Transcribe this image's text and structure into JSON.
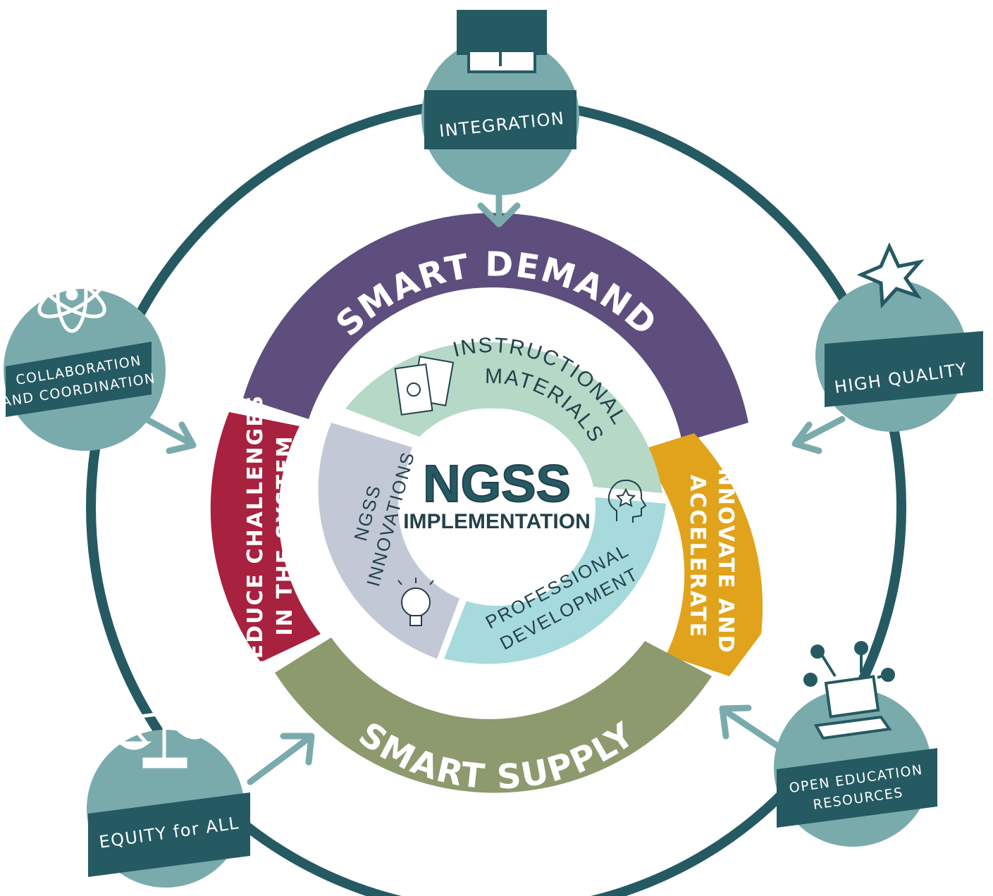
{
  "center": {
    "title": "NGSS",
    "subtitle": "IMPLEMENTATION"
  },
  "middle_ring": {
    "top": "SMART DEMAND",
    "bottom": "SMART SUPPLY",
    "left_line1": "REDUCE CHALLENGES",
    "left_line2": "IN THE SYSTEM",
    "right_line1": "INNOVATE AND",
    "right_line2": "ACCELERATE"
  },
  "inner_ring": {
    "instructional_line1": "INSTRUCTIONAL",
    "instructional_line2": "MATERIALS",
    "innovations_line1": "NGSS",
    "innovations_line2": "INNOVATIONS",
    "pd_line1": "PROFESSIONAL",
    "pd_line2": "DEVELOPMENT"
  },
  "nodes": {
    "integration": "INTEGRATION",
    "high_quality": "HIGH QUALITY",
    "collab_line1": "COLLABORATION",
    "collab_line2": "AND COORDINATION",
    "equity": "EQUITY for ALL",
    "oer_line1": "OPEN EDUCATION",
    "oer_line2": "RESOURCES"
  },
  "colors": {
    "teal_dark": "#255a63",
    "teal_light": "#7aabac",
    "purple": "#5e4e7e",
    "olive": "#8c9a6e",
    "crimson": "#a8213e",
    "amber": "#e0a31b",
    "mint": "#b5d8c7",
    "lavender": "#c3c8d6",
    "aqua": "#a7dadc",
    "navy_text": "#23414a"
  },
  "icons": {
    "integration": "suitcase-icon",
    "high_quality": "star-icon",
    "collab": "atom-icon",
    "equity": "scales-icon",
    "oer": "laptop-icon",
    "instructional": "books-icon",
    "innovations": "lightbulb-icon",
    "pd": "head-icon"
  }
}
